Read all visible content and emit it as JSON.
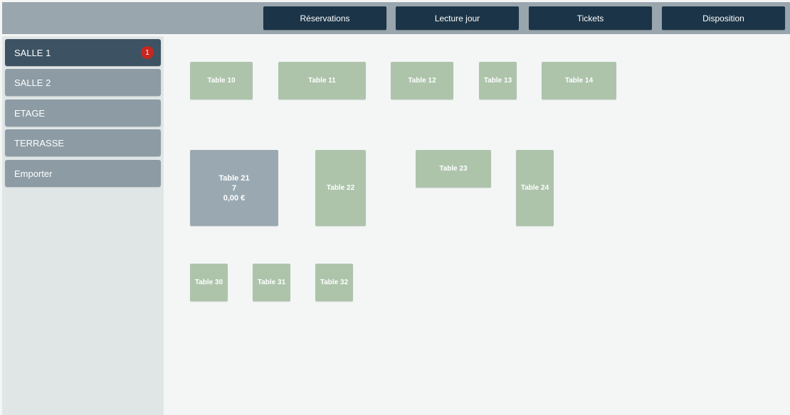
{
  "colors": {
    "topbar_bg": "#9aa6ae",
    "nav_button_bg": "#1b3447",
    "sidebar_bg": "#e0e6e6",
    "room_active_bg": "#3d5363",
    "room_bg": "#8c9ba4",
    "badge_bg": "#c8261e",
    "table_free": "#adc4ab",
    "table_occupied": "#9aa9b1",
    "floor_bg": "#f4f6f6"
  },
  "nav": {
    "reservations": "Réservations",
    "lecture_jour": "Lecture jour",
    "tickets": "Tickets",
    "disposition": "Disposition"
  },
  "rooms": [
    {
      "label": "SALLE 1",
      "active": true,
      "badge": "1"
    },
    {
      "label": "SALLE 2",
      "active": false
    },
    {
      "label": "ETAGE",
      "active": false
    },
    {
      "label": "TERRASSE",
      "active": false
    },
    {
      "label": "Emporter",
      "active": false
    }
  ],
  "tables": {
    "t10": {
      "label": "Table 10",
      "status": "free"
    },
    "t11": {
      "label": "Table 11",
      "status": "free"
    },
    "t12": {
      "label": "Table 12",
      "status": "free"
    },
    "t13": {
      "label": "Table 13",
      "status": "free"
    },
    "t14": {
      "label": "Table 14",
      "status": "free"
    },
    "t21": {
      "label": "Table 21",
      "status": "occupied",
      "guests": "7",
      "amount": "0,00 €"
    },
    "t22": {
      "label": "Table 22",
      "status": "free"
    },
    "t23": {
      "label": "Table 23",
      "status": "free"
    },
    "t24": {
      "label": "Table 24",
      "status": "free"
    },
    "t30": {
      "label": "Table 30",
      "status": "free"
    },
    "t31": {
      "label": "Table 31",
      "status": "free"
    },
    "t32": {
      "label": "Table 32",
      "status": "free"
    }
  }
}
